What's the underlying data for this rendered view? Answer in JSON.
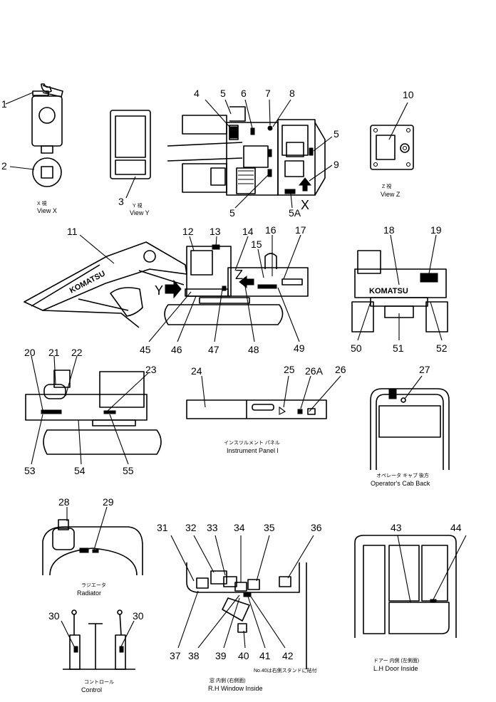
{
  "callouts": {
    "c1": "1",
    "c2": "2",
    "c3": "3",
    "c4": "4",
    "c5a": "5",
    "c5b": "5",
    "c5c": "5",
    "c5A": "5A",
    "c6": "6",
    "c7": "7",
    "c8": "8",
    "c9": "9",
    "c10": "10",
    "c11": "11",
    "c12": "12",
    "c13": "13",
    "c14": "14",
    "c15": "15",
    "c16": "16",
    "c17": "17",
    "c18": "18",
    "c19": "19",
    "c20": "20",
    "c21": "21",
    "c22": "22",
    "c23": "23",
    "c24": "24",
    "c25": "25",
    "c26A": "26A",
    "c26": "26",
    "c27": "27",
    "c28": "28",
    "c29": "29",
    "c30a": "30",
    "c30b": "30",
    "c31": "31",
    "c32": "32",
    "c33": "33",
    "c34": "34",
    "c35": "35",
    "c36": "36",
    "c37": "37",
    "c38": "38",
    "c39": "39",
    "c40": "40",
    "c41": "41",
    "c42": "42",
    "c43": "43",
    "c44": "44",
    "c45": "45",
    "c46": "46",
    "c47": "47",
    "c48": "48",
    "c49": "49",
    "c50": "50",
    "c51": "51",
    "c52": "52",
    "c53": "53",
    "c54": "54",
    "c55": "55"
  },
  "view_letters": {
    "x": "X",
    "y": "Y",
    "z": "Z"
  },
  "brand_text": "KOMATSU",
  "captions": {
    "view_x_jp": "X  視",
    "view_x": "View  X",
    "view_y_jp": "Y  視",
    "view_y": "View  Y",
    "view_z_jp": "Z  視",
    "view_z": "View  Z",
    "instrument_jp": "インスツルメント パネル",
    "instrument": "Instrument Panel l",
    "cab_back_jp": "オペレータ キャブ 後方",
    "cab_back": "Operator's Cab Back",
    "radiator_jp": "ラジエータ",
    "radiator": "Radiator",
    "control_jp": "コントロール",
    "control": "Control",
    "rh_window_jp": "窓 内側 (右側面)",
    "rh_window": "R.H Window Inside",
    "rh_window_note": "No.40は右側スタンドに貼付",
    "lh_door_jp": "ドアー 内側 (左側面)",
    "lh_door": "L.H Door Inside"
  }
}
